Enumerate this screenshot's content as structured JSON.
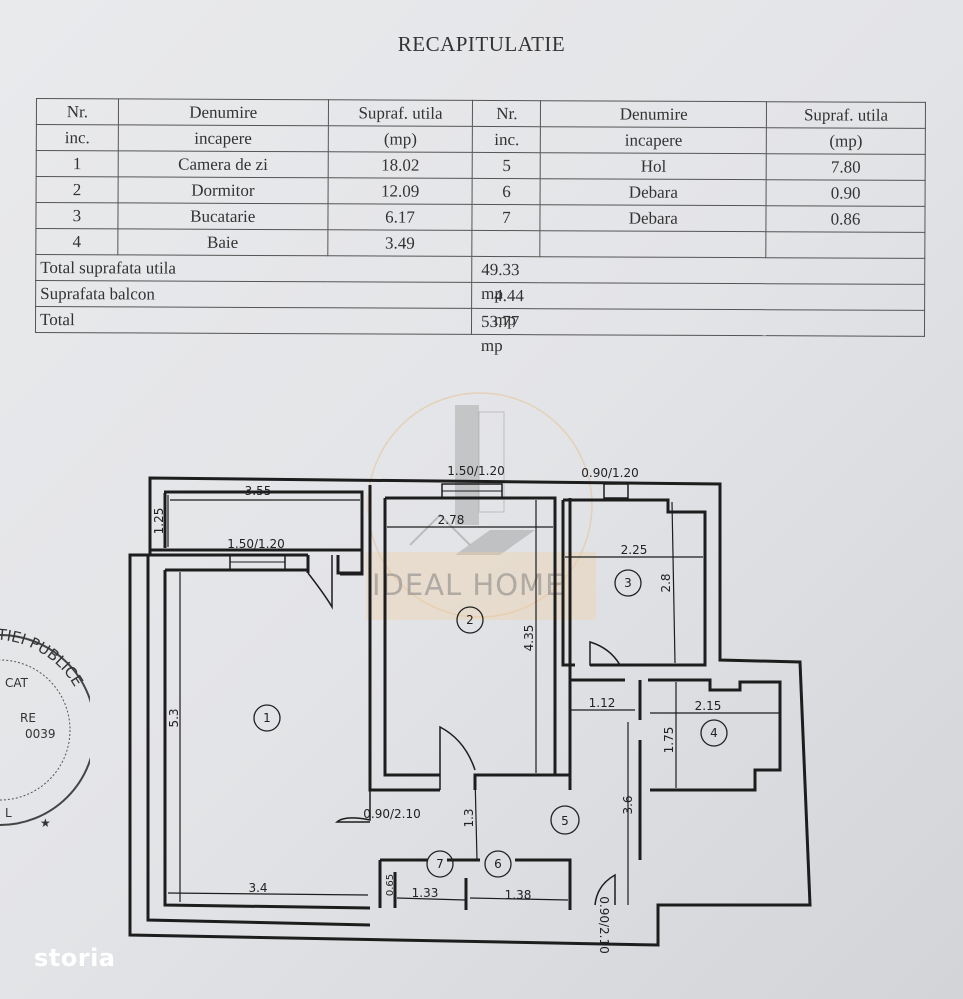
{
  "document": {
    "title": "RECAPITULATIE"
  },
  "table": {
    "headers": {
      "nr1": [
        "Nr.",
        "inc."
      ],
      "name1": [
        "Denumire",
        "incapere"
      ],
      "area1": [
        "Supraf. utila",
        "(mp)"
      ],
      "nr2": [
        "Nr.",
        "inc."
      ],
      "name2": [
        "Denumire",
        "incapere"
      ],
      "area2": [
        "Supraf. utila",
        "(mp)"
      ]
    },
    "rows": [
      {
        "nr": "1",
        "name": "Camera de zi",
        "area": "18.02",
        "nr2": "5",
        "name2": "Hol",
        "area2": "7.80"
      },
      {
        "nr": "2",
        "name": "Dormitor",
        "area": "12.09",
        "nr2": "6",
        "name2": "Debara",
        "area2": "0.90"
      },
      {
        "nr": "3",
        "name": "Bucatarie",
        "area": "6.17",
        "nr2": "7",
        "name2": "Debara",
        "area2": "0.86"
      },
      {
        "nr": "4",
        "name": "Baie",
        "area": "3.49",
        "nr2": "",
        "name2": "",
        "area2": ""
      }
    ],
    "totals": [
      {
        "label": "Total suprafata utila",
        "value": "49.33 mp"
      },
      {
        "label": "Suprafata balcon",
        "value": "4.44 mp"
      },
      {
        "label": "Total",
        "value": "53.77 mp"
      }
    ]
  },
  "floor_plan": {
    "rooms": [
      {
        "number": "1"
      },
      {
        "number": "2"
      },
      {
        "number": "3"
      },
      {
        "number": "4"
      },
      {
        "number": "5"
      },
      {
        "number": "6"
      },
      {
        "number": "7"
      }
    ],
    "dimensions": {
      "balcony_width": "3.55",
      "balcony_depth": "1.25",
      "window_living": "1.50/1.20",
      "window_bedroom": "1.50/1.20",
      "window_kitchen": "0.90/1.20",
      "bedroom_width": "2.78",
      "bedroom_length": "4.35",
      "kitchen_width": "2.25",
      "kitchen_length": "2.8",
      "living_length": "5.3",
      "living_width": "3.4",
      "hall_width": "1.12",
      "hall_length": "3.6",
      "hall_inner": "1.3",
      "bath_width": "2.15",
      "bath_length": "1.75",
      "door_living": "0.90/2.10",
      "door_entry": "0.90/2.10",
      "closet7_width": "1.33",
      "closet6_width": "1.38",
      "closet_depth": "0.65"
    }
  },
  "watermark": {
    "text": "IDEAL HOME"
  },
  "stamp": {
    "text_arc": "STRATIEI PUBLICE",
    "line1": "CAT",
    "line2": "RE",
    "line3": "0039",
    "line4": "L"
  },
  "branding": {
    "logo": "storia"
  }
}
